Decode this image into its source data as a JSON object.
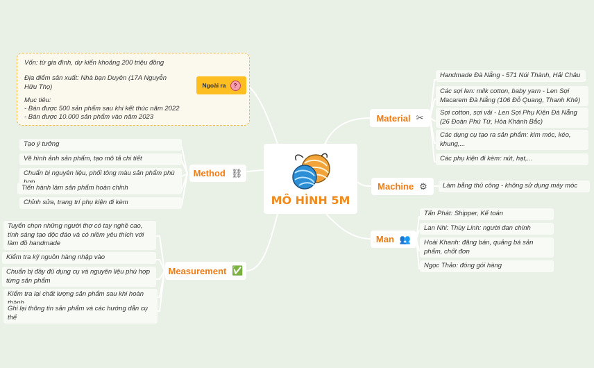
{
  "center": {
    "title": "MÔ HÌNH 5M",
    "icon": "yarn-balls-icon"
  },
  "ngoai_ra": {
    "label": "Ngoài ra",
    "icon": "question-search-icon",
    "notes": [
      "Vốn: từ gia đình, dự kiến khoảng 200 triệu đồng",
      "Địa điểm sản xuất: Nhà bạn Duyên (17A Nguyễn Hữu Thọ)",
      "Mục tiêu:",
      "- Bán được 500 sản phẩm sau khi kết thúc năm 2022",
      "- Bán được 10.000 sản phẩm vào năm 2023"
    ]
  },
  "material": {
    "label": "Material",
    "icon": "scissors-icon",
    "items": [
      "Handmade Đà Nẵng - 571 Núi Thành, Hải Châu",
      "Các sợi len: milk cotton, baby yarn - Len Sợi Macarem Đà Nẵng (106 Đỗ Quang, Thanh Khê)",
      "Sợi cotton, sợi vải - Len Sợi Phụ Kiện Đà Nẵng (26 Đoàn Phú Tứ, Hòa Khánh Bắc)",
      "Các dụng cụ tạo ra sản phẩm: kim móc, kéo, khung,...",
      "Các phụ kiện đi kèm: nút, hạt,..."
    ]
  },
  "machine": {
    "label": "Machine",
    "icon": "gears-icon",
    "items": [
      "Làm bằng thủ công - không sử dụng máy móc"
    ]
  },
  "man": {
    "label": "Man",
    "icon": "team-icon",
    "items": [
      "Tấn Phát: Shipper, Kế toán",
      "Lan Nhi: Thùy Linh: người đan chính",
      "Hoài Khanh: đăng bán, quảng bá sản phẩm, chốt đơn",
      "Ngọc Thảo: đóng gói hàng"
    ]
  },
  "method": {
    "label": "Method",
    "icon": "flowchart-icon",
    "items": [
      "Tạo ý tưởng",
      "Vẽ hình ảnh sản phẩm, tạo mô tả chi tiết",
      "Chuẩn bị nguyên liệu, phối tông màu sản phẩm phù hợp",
      "Tiến hành làm sản phẩm hoàn chỉnh",
      "Chỉnh sửa, trang trí phụ kiện đi kèm"
    ]
  },
  "measurement": {
    "label": "Measurement",
    "icon": "checklist-icon",
    "items": [
      "Tuyển chọn những người thợ có tay nghề cao, tính sáng tạo độc đáo và có niềm yêu thích với làm đồ handmade",
      "Kiểm tra kỹ nguồn hàng nhập vào",
      "Chuẩn bị đầy đủ dụng cụ và nguyên liệu phù hợp từng sản phẩm",
      "Kiểm tra lại chất lượng sản phẩm sau khi hoàn thành",
      "Ghi lại thông tin sản phẩm và các hướng dẫn cụ thể"
    ]
  },
  "colors": {
    "branch_text": "#f07c14",
    "link": "#ffffff",
    "note_border": "#f5b73a",
    "ngoai_bg": "#fdbe21"
  }
}
